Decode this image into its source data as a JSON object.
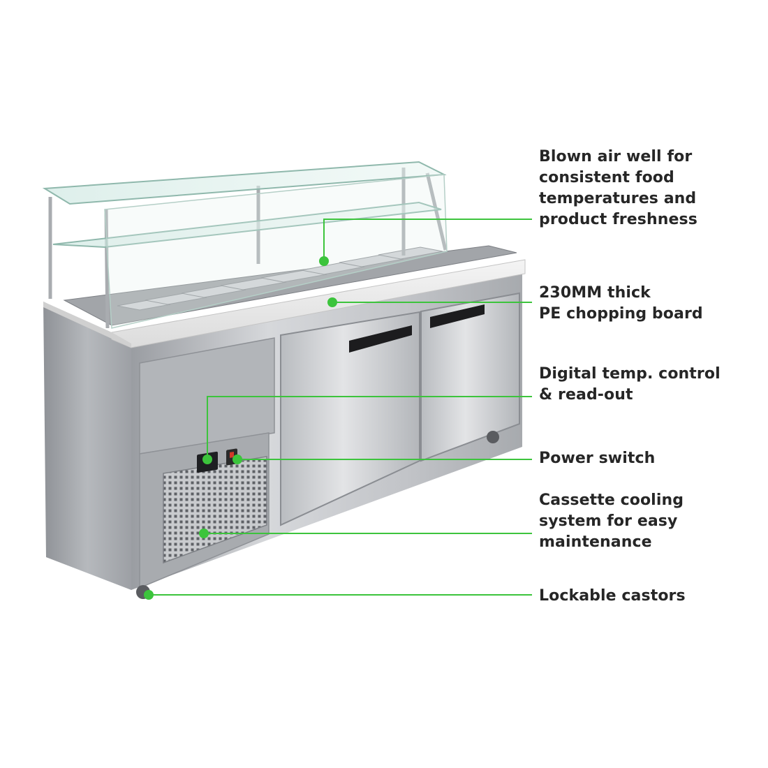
{
  "accent_color": "#3cc43c",
  "features": [
    {
      "id": "blown-air-well",
      "lines": [
        "Blown air well for",
        "consistent food",
        "temperatures and",
        "product freshness"
      ]
    },
    {
      "id": "chopping-board",
      "lines": [
        "230MM thick",
        "PE chopping board"
      ]
    },
    {
      "id": "digital-temp-control",
      "lines": [
        "Digital temp. control",
        "& read-out"
      ]
    },
    {
      "id": "power-switch",
      "lines": [
        "Power switch"
      ]
    },
    {
      "id": "cassette-cooling",
      "lines": [
        "Cassette cooling",
        "system for easy",
        "maintenance"
      ]
    },
    {
      "id": "lockable-castors",
      "lines": [
        "Lockable castors"
      ]
    }
  ]
}
